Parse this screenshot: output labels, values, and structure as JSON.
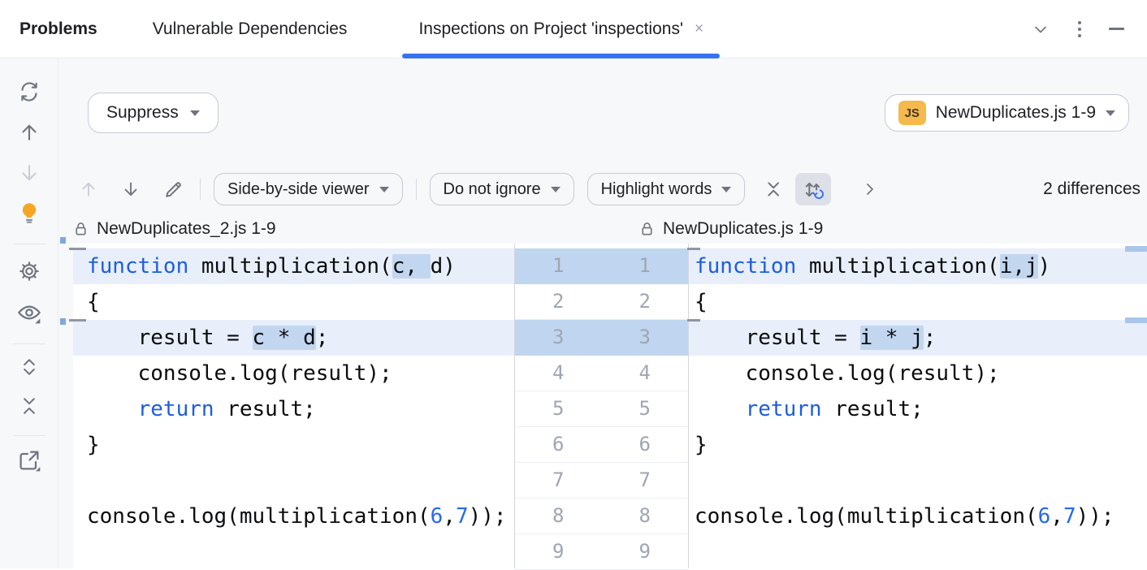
{
  "colors": {
    "accent": "#3574f0",
    "changed-line": "#e8effa",
    "changed-word": "#c2d6f0",
    "gutter-changed": "#c0d5ef",
    "kw": "#1d5de0",
    "num": "#2668f0",
    "bulb": "#f5a623",
    "js-badge": "#f5ba4b",
    "stripe": "#a9c6ea"
  },
  "tabbar": {
    "tabs": [
      {
        "label": "Problems"
      },
      {
        "label": "Vulnerable Dependencies"
      },
      {
        "label": "Inspections on Project 'inspections'",
        "close": "×"
      }
    ],
    "window_icons": [
      "chevron-down-icon",
      "kebab-menu-icon",
      "minimize-icon"
    ]
  },
  "sidebar": {
    "icons": [
      "refresh-icon",
      "arrow-up-icon",
      "arrow-down-icon",
      "lightbulb-icon",
      "gear-icon",
      "eye-icon",
      "expand-all-icon",
      "collapse-all-icon",
      "export-icon"
    ]
  },
  "actions": {
    "suppress_label": "Suppress"
  },
  "file_selector": {
    "badge": "JS",
    "label": "NewDuplicates.js 1-9"
  },
  "diff_toolbar": {
    "icons": [
      "arrow-up-icon",
      "arrow-down-icon",
      "edit-pencil-icon",
      "collapse-unchanged-icon",
      "sync-scroll-icon",
      "chevron-right-icon"
    ],
    "viewer_mode": "Side-by-side viewer",
    "ignore_policy": "Do not ignore",
    "highlight_mode": "Highlight words",
    "differences": "2 differences"
  },
  "diff": {
    "left_title": "NewDuplicates_2.js 1-9",
    "right_title": "NewDuplicates.js 1-9",
    "line_numbers": [
      1,
      2,
      3,
      4,
      5,
      6,
      7,
      8,
      9
    ],
    "changed_lines": [
      1,
      3
    ],
    "left_lines": [
      {
        "changed": true,
        "segments": [
          {
            "text": "function",
            "cls": "k"
          },
          {
            "text": " multiplication(",
            "cls": "t"
          },
          {
            "text": "c, ",
            "cls": "t",
            "hl": true
          },
          {
            "text": "d)",
            "cls": "t"
          }
        ]
      },
      {
        "segments": [
          {
            "text": "{",
            "cls": "t"
          }
        ]
      },
      {
        "changed": true,
        "segments": [
          {
            "text": "    result = ",
            "cls": "t"
          },
          {
            "text": "c * d",
            "cls": "t",
            "hl": true
          },
          {
            "text": ";",
            "cls": "t"
          }
        ]
      },
      {
        "segments": [
          {
            "text": "    console.log(result);",
            "cls": "t"
          }
        ]
      },
      {
        "segments": [
          {
            "text": "    ",
            "cls": "t"
          },
          {
            "text": "return",
            "cls": "k"
          },
          {
            "text": " result;",
            "cls": "t"
          }
        ]
      },
      {
        "segments": [
          {
            "text": "}",
            "cls": "t"
          }
        ]
      },
      {
        "segments": []
      },
      {
        "segments": [
          {
            "text": "console.log(multiplication(",
            "cls": "t"
          },
          {
            "text": "6",
            "cls": "n"
          },
          {
            "text": ",",
            "cls": "t"
          },
          {
            "text": "7",
            "cls": "n"
          },
          {
            "text": "));",
            "cls": "t"
          }
        ]
      },
      {
        "segments": []
      }
    ],
    "right_lines": [
      {
        "changed": true,
        "segments": [
          {
            "text": "function",
            "cls": "k"
          },
          {
            "text": " multiplication(",
            "cls": "t"
          },
          {
            "text": "i,j",
            "cls": "t",
            "hl": true
          },
          {
            "text": ")",
            "cls": "t"
          }
        ]
      },
      {
        "segments": [
          {
            "text": "{",
            "cls": "t"
          }
        ]
      },
      {
        "changed": true,
        "segments": [
          {
            "text": "    result = ",
            "cls": "t"
          },
          {
            "text": "i * j",
            "cls": "t",
            "hl": true
          },
          {
            "text": ";",
            "cls": "t"
          }
        ]
      },
      {
        "segments": [
          {
            "text": "    console.log(result);",
            "cls": "t"
          }
        ]
      },
      {
        "segments": [
          {
            "text": "    ",
            "cls": "t"
          },
          {
            "text": "return",
            "cls": "k"
          },
          {
            "text": " result;",
            "cls": "t"
          }
        ]
      },
      {
        "segments": [
          {
            "text": "}",
            "cls": "t"
          }
        ]
      },
      {
        "segments": []
      },
      {
        "segments": [
          {
            "text": "console.log(multiplication(",
            "cls": "t"
          },
          {
            "text": "6",
            "cls": "n"
          },
          {
            "text": ",",
            "cls": "t"
          },
          {
            "text": "7",
            "cls": "n"
          },
          {
            "text": "));",
            "cls": "t"
          }
        ]
      },
      {
        "segments": []
      }
    ]
  }
}
